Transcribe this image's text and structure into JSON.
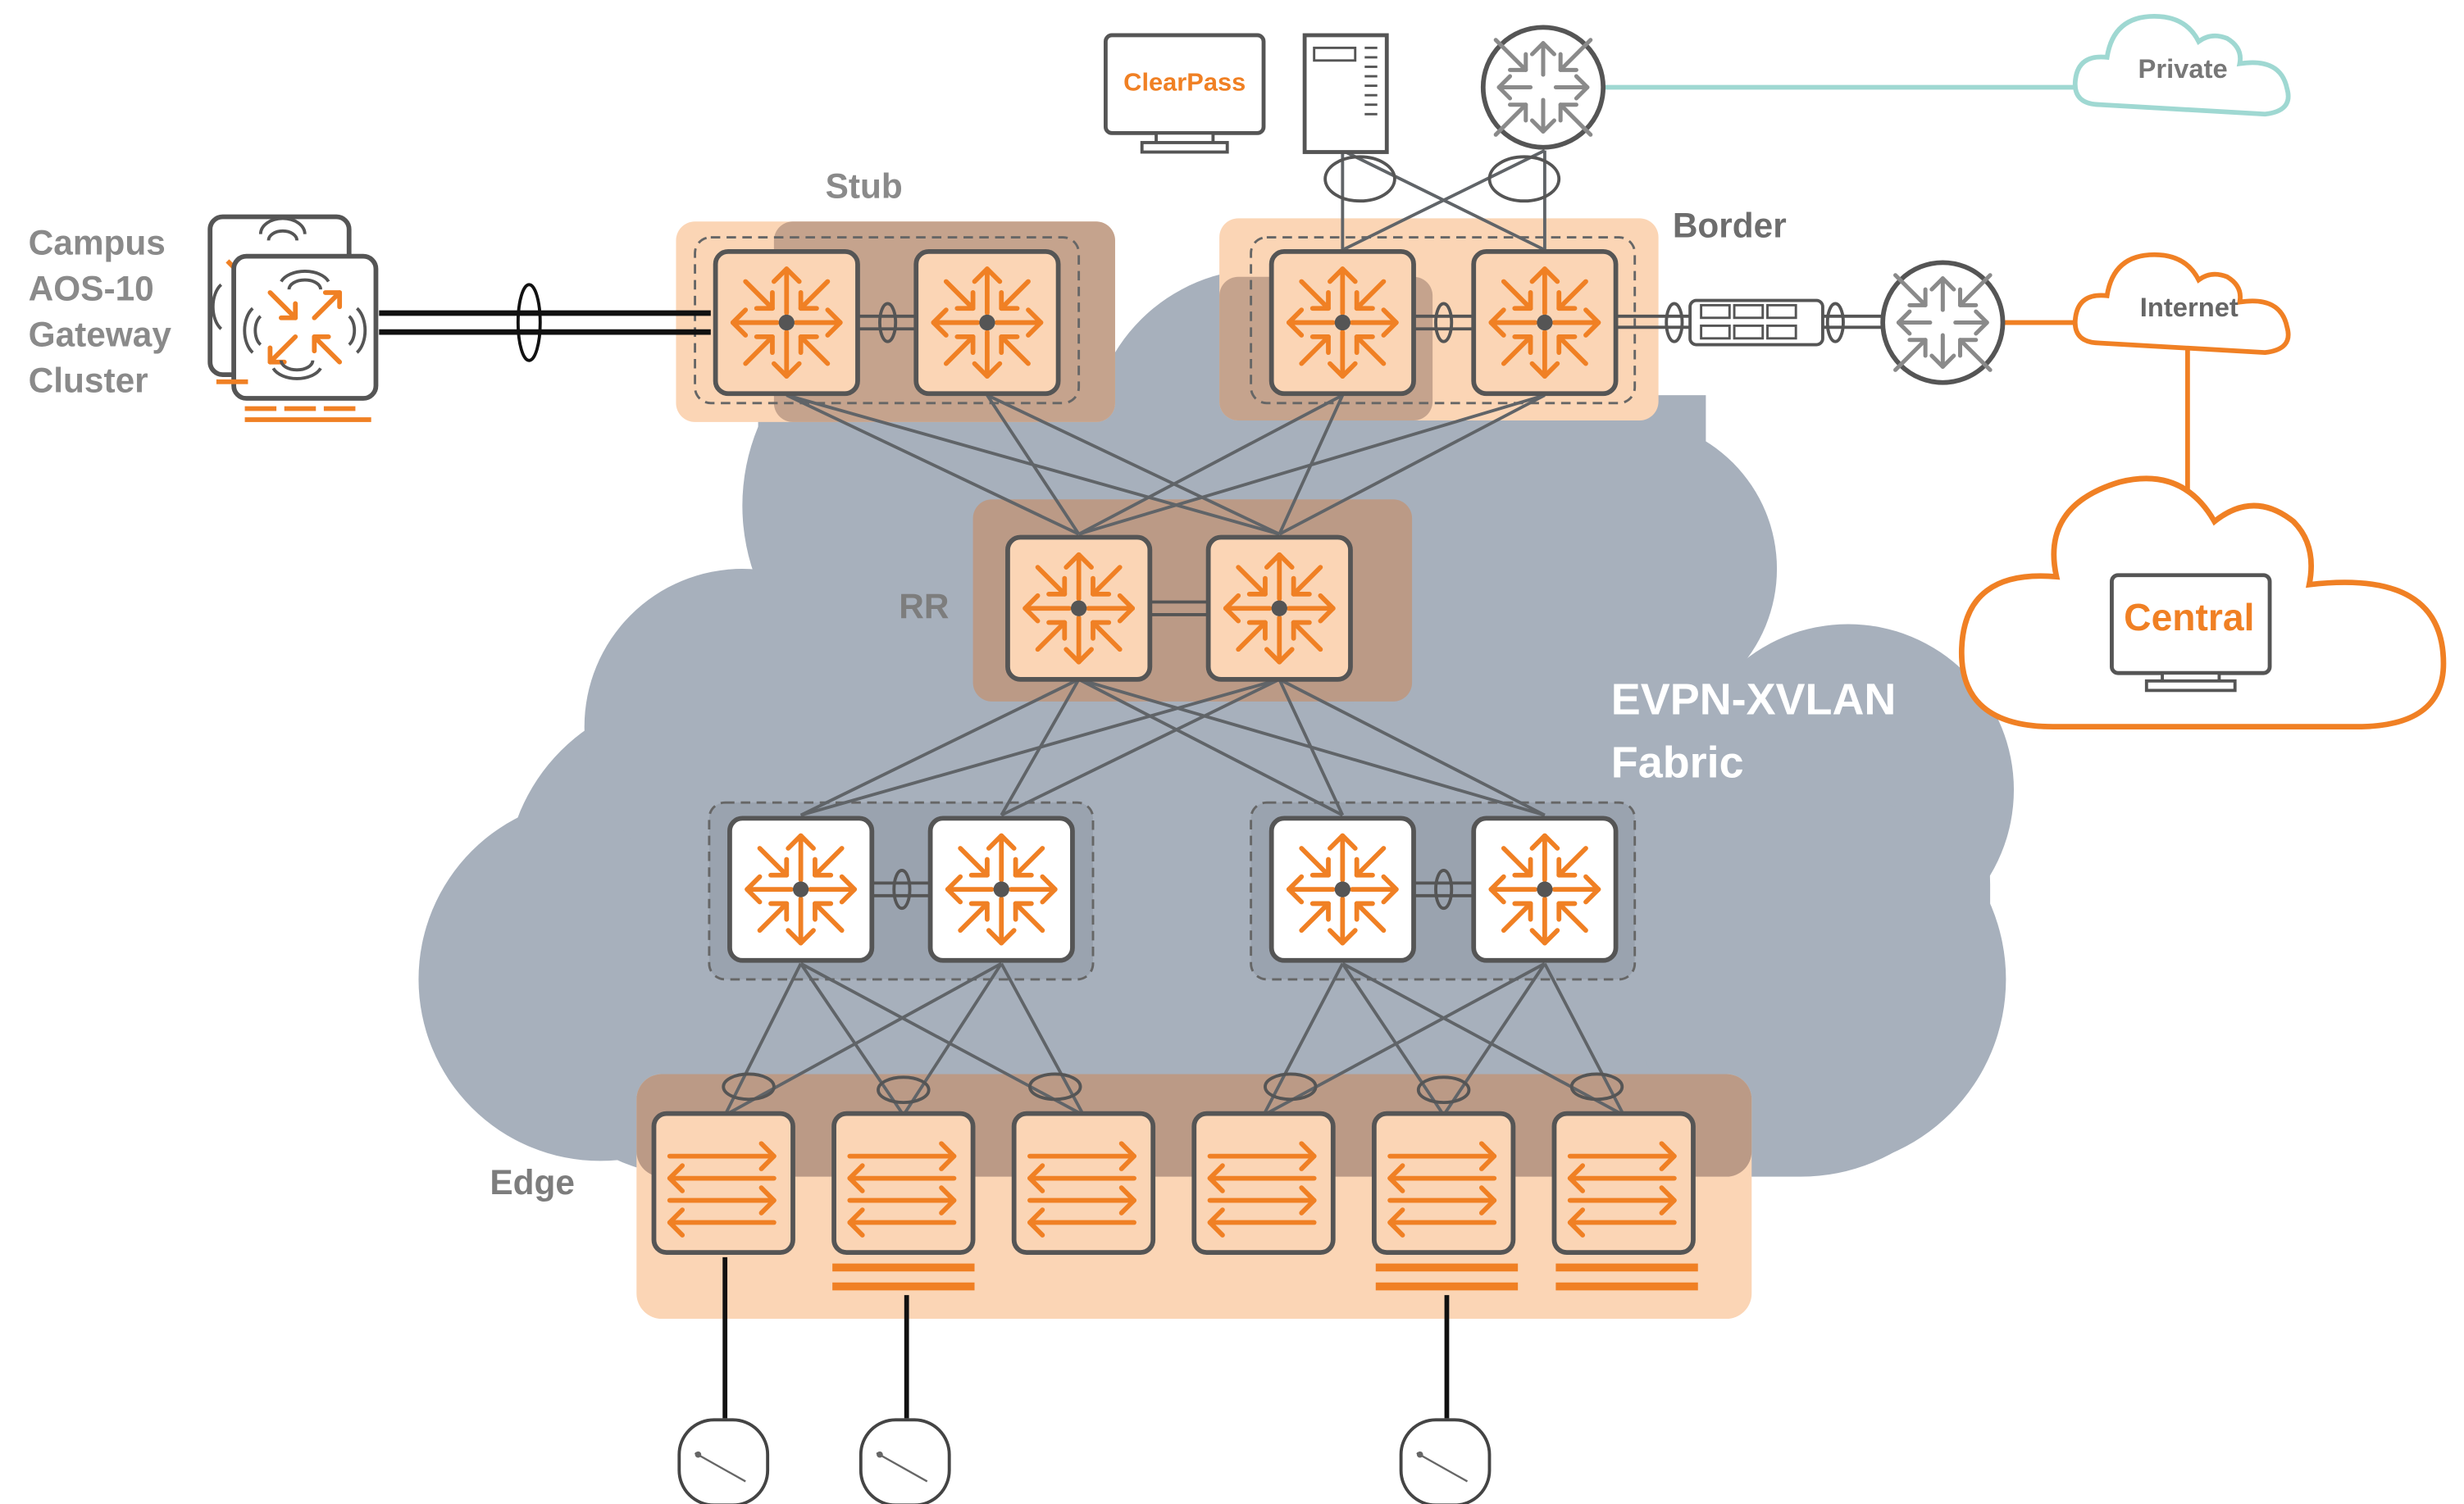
{
  "labels": {
    "stub": "Stub",
    "border": "Border",
    "rr": "RR",
    "edge": "Edge",
    "fabric_line1": "EVPN-XVLAN",
    "fabric_line2": "Fabric",
    "gateway_line1": "Campus",
    "gateway_line2": "AOS-10",
    "gateway_line3": "Gateway",
    "gateway_line4": "Cluster",
    "clearpass": "ClearPass",
    "private": "Private",
    "internet": "Internet",
    "central": "Central"
  },
  "colors": {
    "orange": "#f08024",
    "fabric_cloud": "#a7b0bc",
    "layer_band": "#fbd5b5",
    "layer_band_dark": "#bb9a86",
    "link_gray": "#606468",
    "private_teal": "#9fd8d2",
    "label_gray": "#8a8a8a"
  },
  "icons": {
    "router_switch": "multilayer-switch-icon",
    "access_switch": "access-switch-icon",
    "gateway": "gateway-icon",
    "wan_router": "router-icon",
    "server": "server-icon",
    "firewall": "firewall-icon",
    "access_point": "access-point-icon",
    "lag": "lag-ellipse-icon",
    "cloud": "cloud-icon",
    "monitor": "monitor-icon"
  }
}
